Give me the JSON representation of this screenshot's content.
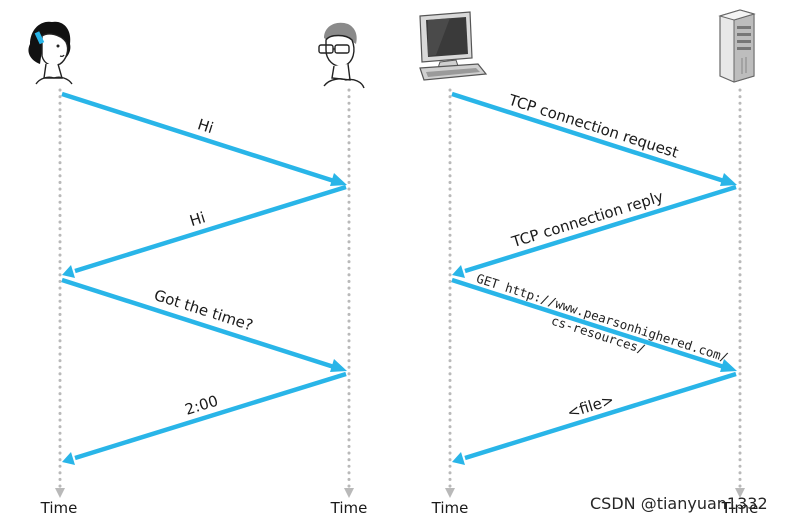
{
  "left": {
    "actors": [
      "woman-actor",
      "man-actor"
    ],
    "messages": [
      {
        "text": "Hi"
      },
      {
        "text": "Hi"
      },
      {
        "text": "Got the time?"
      },
      {
        "text": "2:00"
      }
    ]
  },
  "right": {
    "actors": [
      "computer-actor",
      "server-actor"
    ],
    "messages": [
      {
        "text": "TCP connection request"
      },
      {
        "text": "TCP connection reply"
      },
      {
        "line1": "GET http://www.pearsonhighered.com/",
        "line2": "cs-resources/"
      },
      {
        "text": "<file>"
      }
    ]
  },
  "time_labels": [
    "Time",
    "Time",
    "Time",
    "Time"
  ],
  "watermark": "CSDN @tianyuan1332",
  "colors": {
    "arrow": "#29b5e8",
    "timeline": "#b9b9b9"
  }
}
